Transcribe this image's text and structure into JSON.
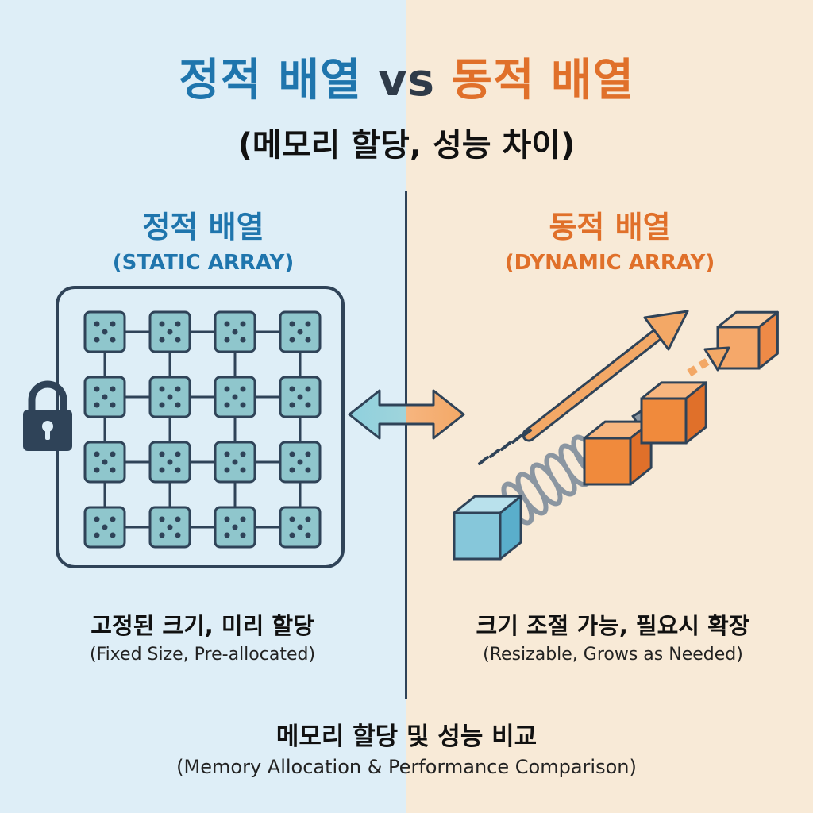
{
  "title": {
    "static": "정적 배열",
    "vs": "vs",
    "dynamic": "동적 배열",
    "subtitle": "(메모리 할당, 성능 차이)"
  },
  "static_section": {
    "title": "정적 배열",
    "subtitle": "(STATIC ARRAY)",
    "caption_ko": "고정된 크기, 미리 할당",
    "caption_en": "(Fixed Size, Pre-allocated)",
    "grid": {
      "rows": 4,
      "cols": 4
    },
    "icon": "lock-icon"
  },
  "dynamic_section": {
    "title": "동적 배열",
    "subtitle": "(DYNAMIC ARRAY)",
    "caption_ko": "크기 조절 가능, 필요시 확장",
    "caption_en": "(Resizable, Grows as Needed)",
    "icons": [
      "spring-icon",
      "cube-icon",
      "growth-arrow-icon"
    ]
  },
  "footer": {
    "ko": "메모리 할당 및 성능 비교",
    "en": "(Memory Allocation & Performance Comparison)"
  },
  "colors": {
    "static_accent": "#1f75ad",
    "dynamic_accent": "#e0702a",
    "left_bg": "#deeef7",
    "right_bg": "#f8ead7",
    "dark": "#2f4358"
  }
}
